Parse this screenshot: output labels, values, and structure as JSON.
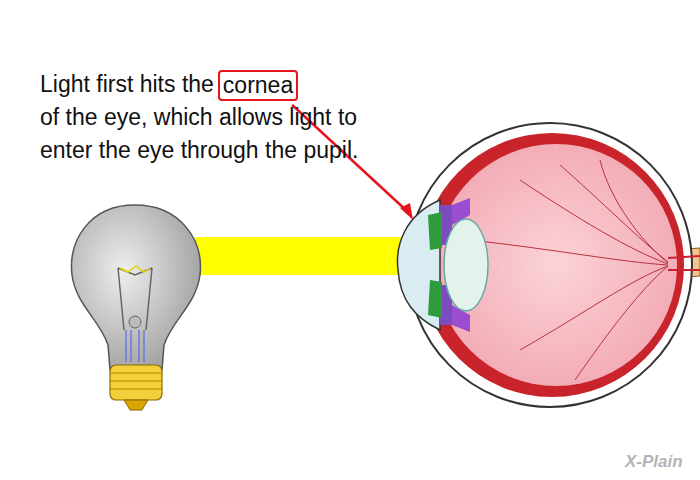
{
  "diagram": {
    "nodes": [
      {
        "text": [
          "cornea"
        ]
      }
    ],
    "labels": [
      "Light first hits the",
      "of the eye, which allows light to enter the eye through the pupil.",
      "X-Plain"
    ]
  }
}
